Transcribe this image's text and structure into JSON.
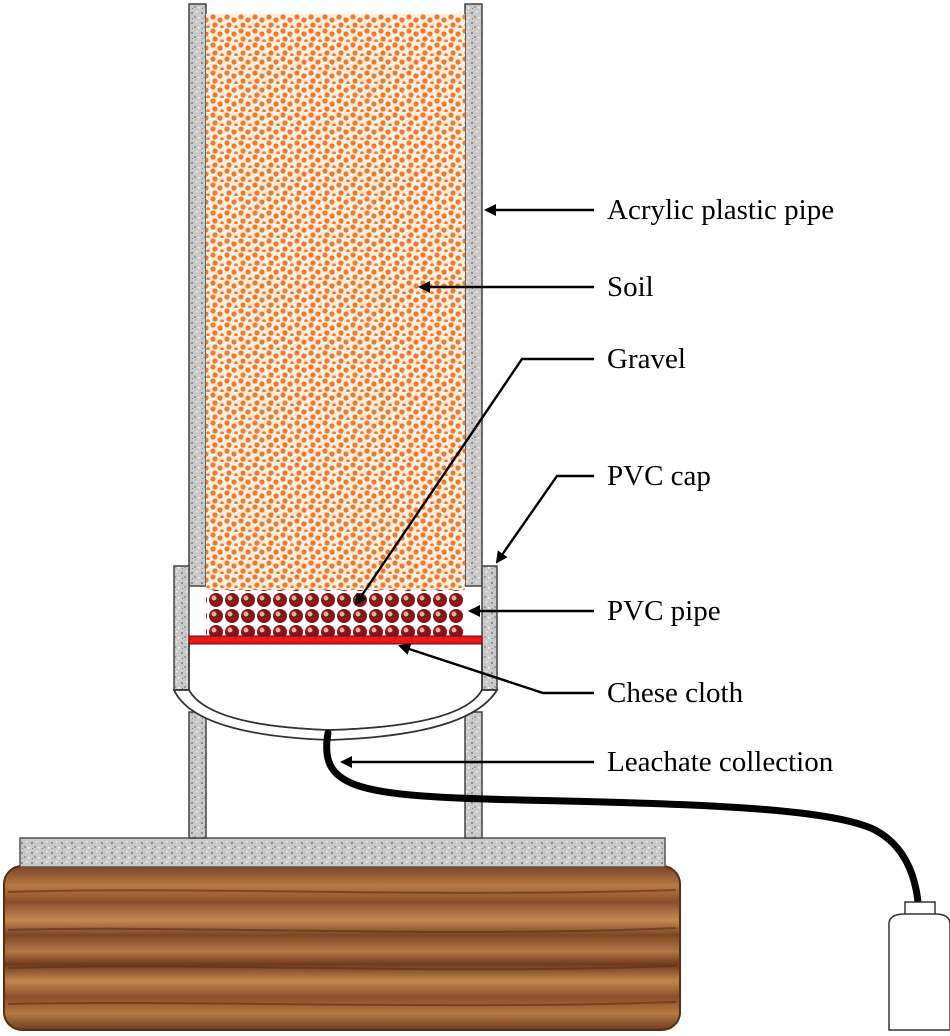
{
  "labels": {
    "acrylic_pipe": "Acrylic plastic pipe",
    "soil": "Soil",
    "gravel": "Gravel",
    "pvc_cap": "PVC cap",
    "pvc_pipe": "PVC pipe",
    "cheese_cloth": "Chese cloth",
    "leachate": "Leachate collection"
  },
  "colors": {
    "soil_background": "#fdeee0",
    "soil_dots": "#f07a2a",
    "gravel_background": "#8a1414",
    "gravel_balls": "#d9b3b3",
    "cloth": "#e31b1b",
    "pipe_wall": "#c9c9c9",
    "wood_light": "#b77a45",
    "wood_dark": "#6e3a1d",
    "tube": "#000000"
  },
  "icons": {
    "bottle": "collection-bottle-icon"
  }
}
